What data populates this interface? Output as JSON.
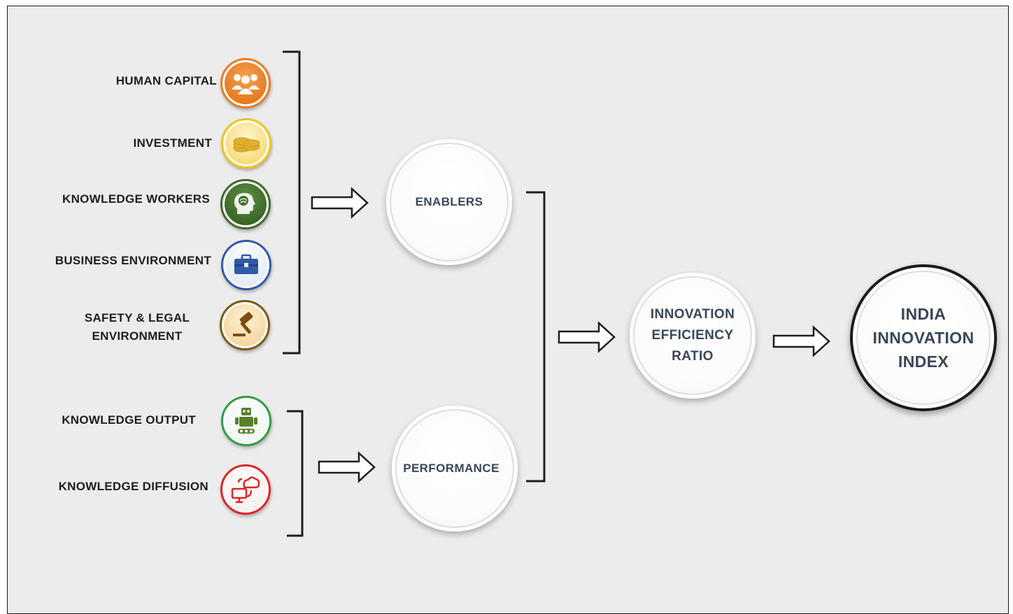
{
  "enabler_factors": [
    {
      "label": "HUMAN CAPITAL",
      "icon": "people-group-icon",
      "color": "#e67e22"
    },
    {
      "label": "INVESTMENT",
      "icon": "coins-icon",
      "color": "#f0c419"
    },
    {
      "label": "KNOWLEDGE WORKERS",
      "icon": "brain-head-icon",
      "color": "#3e6b2a"
    },
    {
      "label": "BUSINESS ENVIRONMENT",
      "icon": "briefcase-icon",
      "color": "#2f5aa8"
    },
    {
      "label": "SAFETY & LEGAL ENVIRONMENT",
      "line1": "SAFETY & LEGAL",
      "line2": "ENVIRONMENT",
      "icon": "gavel-icon",
      "color": "#7a5a12"
    }
  ],
  "performance_factors": [
    {
      "label": "KNOWLEDGE OUTPUT",
      "icon": "robot-icon",
      "color": "#2e9e46"
    },
    {
      "label": "KNOWLEDGE DIFFUSION",
      "icon": "cloud-computer-icon",
      "color": "#e02424"
    }
  ],
  "nodes": {
    "enablers": "ENABLERS",
    "performance": "PERFORMANCE",
    "ratio": {
      "line1": "INNOVATION",
      "line2": "EFFICIENCY",
      "line3": "RATIO"
    },
    "index": {
      "line1": "INDIA",
      "line2": "INNOVATION",
      "line3": "INDEX"
    }
  },
  "colors": {
    "node_text": "#3a4658",
    "background": "#ececec",
    "line": "#1e1e1e"
  }
}
